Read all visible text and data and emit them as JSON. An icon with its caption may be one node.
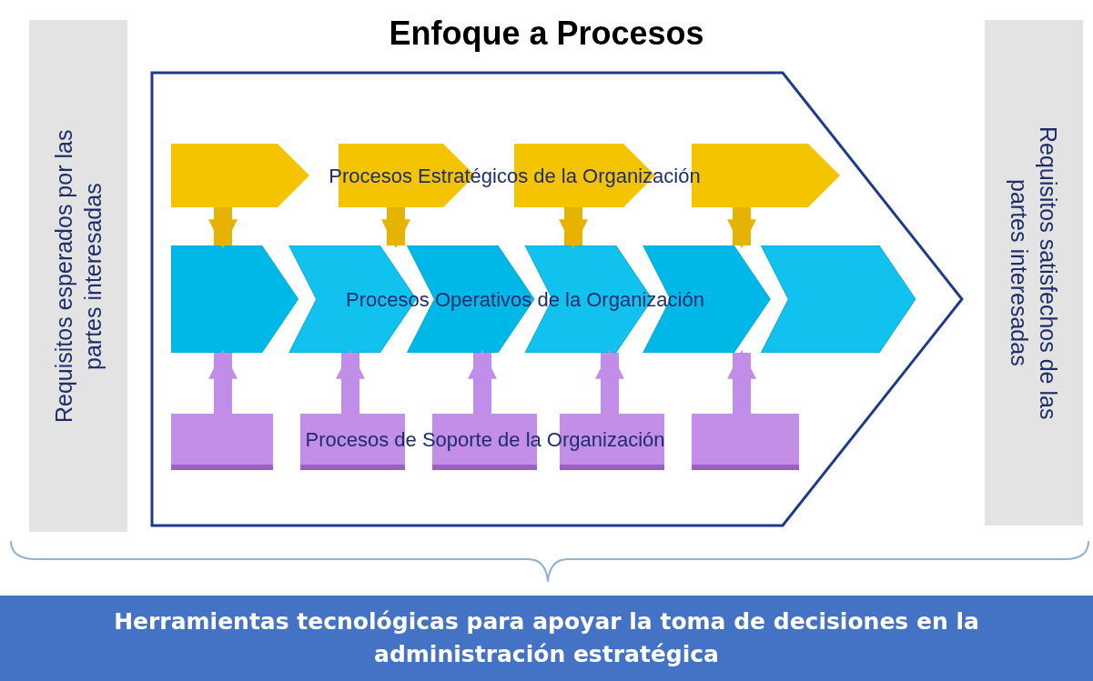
{
  "diagram": {
    "title": "Enfoque a Procesos",
    "nodes": [
      {
        "text": [
          "Requisitos esperados por las partes interesadas"
        ]
      },
      {
        "text": [],
        "shape": "arrow"
      },
      {
        "text": [
          "Procesos Estratégicos de la Organización"
        ],
        "in": 1
      },
      {
        "text": [
          "Procesos Operativos de la Organización"
        ],
        "in": 1
      },
      {
        "text": [
          "Procesos de Soporte de la Organización"
        ],
        "in": 1
      },
      {
        "text": [
          "Requisitos satisfechos de las partes interesadas"
        ]
      },
      {
        "text": [
          "Herramientas tecnológicas para apoyar la toma de decisiones en la administración estratégica"
        ]
      }
    ],
    "edges": [
      {
        "from": 2,
        "to": 3,
        "arrow": "to",
        "color": "#e6b400"
      },
      {
        "from": 2,
        "to": 3,
        "arrow": "to",
        "color": "#e6b400"
      },
      {
        "from": 2,
        "to": 3,
        "arrow": "to",
        "color": "#e6b400"
      },
      {
        "from": 2,
        "to": 3,
        "arrow": "to",
        "color": "#e6b400"
      },
      {
        "from": 4,
        "to": 3,
        "arrow": "to"
      },
      {
        "from": 4,
        "to": 3,
        "arrow": "to"
      },
      {
        "from": 4,
        "to": 3,
        "arrow": "to"
      },
      {
        "from": 4,
        "to": 3,
        "arrow": "to"
      },
      {
        "from": 4,
        "to": 3,
        "arrow": "to"
      }
    ]
  }
}
